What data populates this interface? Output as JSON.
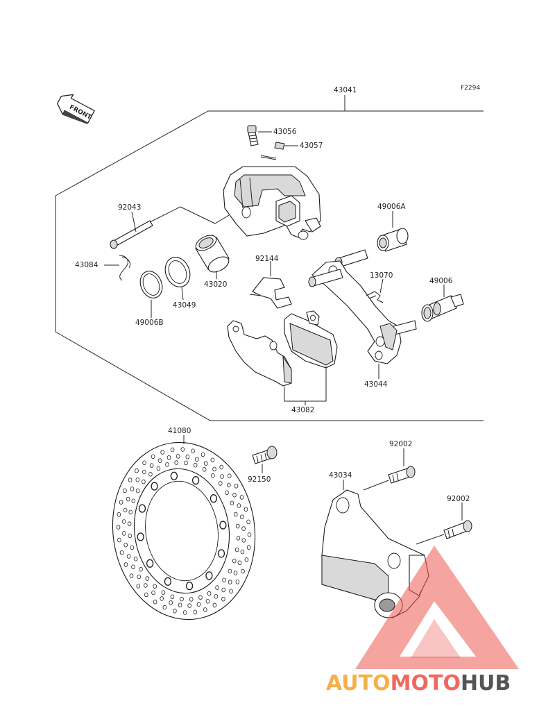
{
  "diagram": {
    "code": "F2294",
    "front_label": "FRONT",
    "parts": {
      "caliper_assy": "43041",
      "bleed_valve": "43056",
      "bleed_cap": "43057",
      "pad_pin": "92043",
      "clip": "43084",
      "piston": "43020",
      "seal": "43049",
      "dust_seal": "49006B",
      "pad_spring": "92144",
      "boot_a": "49006A",
      "clip_13070": "13070",
      "boot": "49006",
      "caliper_holder": "43044",
      "pad_set": "43082",
      "disc": "41080",
      "disc_bolt": "92150",
      "bracket_bolt_1": "92002",
      "bracket_bolt_2": "92002",
      "bracket": "43034"
    }
  },
  "watermark": {
    "auto": "AUTO",
    "moto": "MOTO",
    "hub": "HUB",
    "colors": {
      "auto": "#f5b048",
      "moto": "#ef6a5e",
      "hub": "#555555",
      "triangle": "#ef5a50"
    }
  }
}
